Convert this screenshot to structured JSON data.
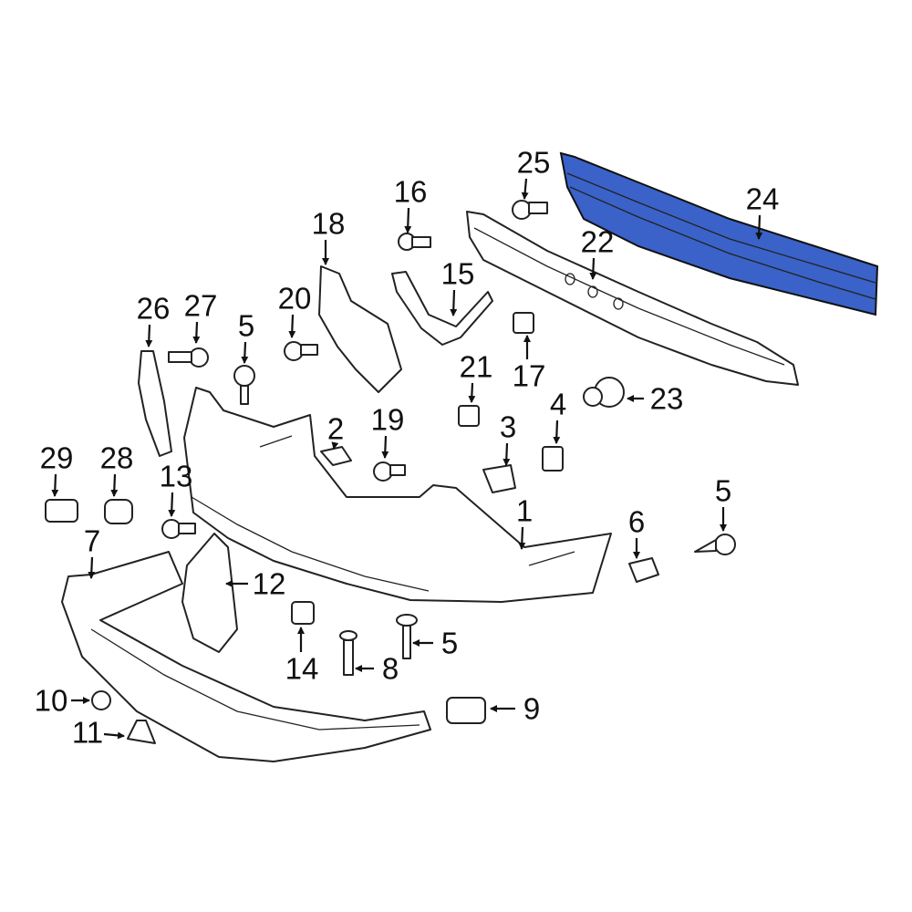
{
  "highlight_color": "#3a62c8",
  "highlighted_part": "24",
  "callouts": [
    {
      "id": "c25",
      "label": "25"
    },
    {
      "id": "c24",
      "label": "24"
    },
    {
      "id": "c16",
      "label": "16"
    },
    {
      "id": "c22",
      "label": "22"
    },
    {
      "id": "c18",
      "label": "18"
    },
    {
      "id": "c15",
      "label": "15"
    },
    {
      "id": "c26",
      "label": "26"
    },
    {
      "id": "c27",
      "label": "27"
    },
    {
      "id": "c5a",
      "label": "5"
    },
    {
      "id": "c20",
      "label": "20"
    },
    {
      "id": "c21",
      "label": "21"
    },
    {
      "id": "c17",
      "label": "17"
    },
    {
      "id": "c4",
      "label": "4"
    },
    {
      "id": "c23",
      "label": "23"
    },
    {
      "id": "c2",
      "label": "2"
    },
    {
      "id": "c19",
      "label": "19"
    },
    {
      "id": "c3",
      "label": "3"
    },
    {
      "id": "c29",
      "label": "29"
    },
    {
      "id": "c28",
      "label": "28"
    },
    {
      "id": "c13",
      "label": "13"
    },
    {
      "id": "c1",
      "label": "1"
    },
    {
      "id": "c6",
      "label": "6"
    },
    {
      "id": "c5b",
      "label": "5"
    },
    {
      "id": "c7",
      "label": "7"
    },
    {
      "id": "c12",
      "label": "12"
    },
    {
      "id": "c14",
      "label": "14"
    },
    {
      "id": "c5c",
      "label": "5"
    },
    {
      "id": "c8",
      "label": "8"
    },
    {
      "id": "c10",
      "label": "10"
    },
    {
      "id": "c9",
      "label": "9"
    },
    {
      "id": "c11",
      "label": "11"
    }
  ]
}
